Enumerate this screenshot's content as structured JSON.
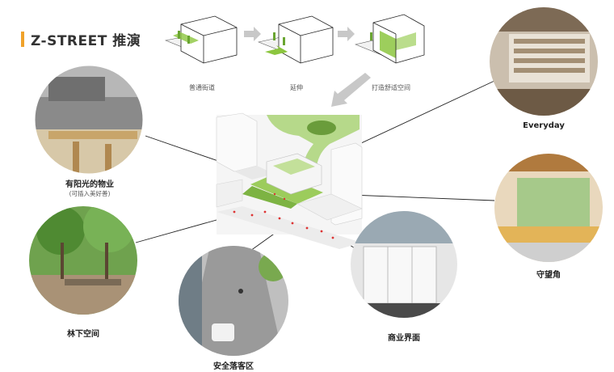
{
  "header": {
    "title": "Z-STREET 推演"
  },
  "steps": [
    {
      "label": "普通街道"
    },
    {
      "label": "延伸"
    },
    {
      "label": "打造舒适空间"
    }
  ],
  "callouts": [
    {
      "id": "sunny",
      "label": "有阳光的物业",
      "sub": "(可插入美好善)"
    },
    {
      "id": "trees",
      "label": "林下空间"
    },
    {
      "id": "dropoff",
      "label": "安全落客区"
    },
    {
      "id": "retail",
      "label": "商业界面"
    },
    {
      "id": "everyday",
      "label": "Everyday"
    },
    {
      "id": "corner",
      "label": "守望角"
    }
  ],
  "colors": {
    "accent": "#f0a22b",
    "green": "#8cc63f",
    "line": "#222222",
    "arrow": "#c8c8c8"
  }
}
